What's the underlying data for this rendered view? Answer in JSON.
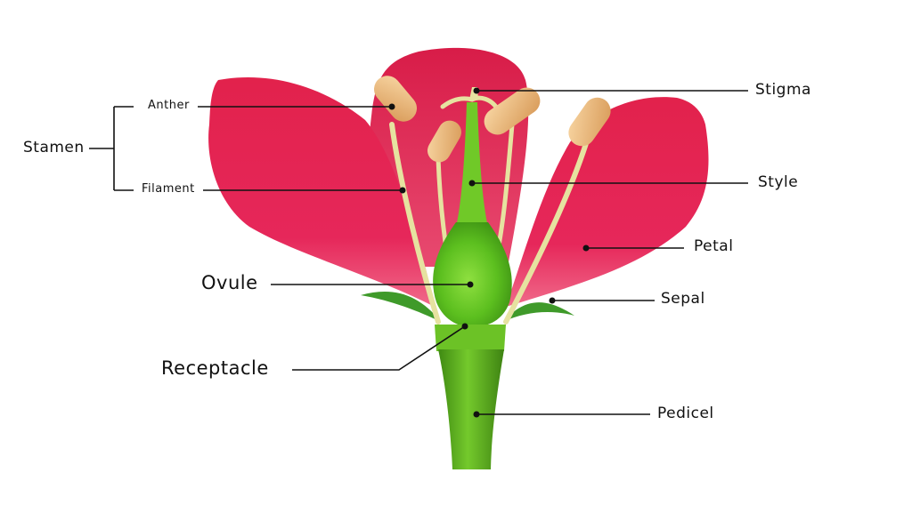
{
  "labels": {
    "stamen": "Stamen",
    "anther": "Anther",
    "filament": "Filament",
    "ovule": "Ovule",
    "receptacle": "Receptacle",
    "stigma": "Stigma",
    "style": "Style",
    "petal": "Petal",
    "sepal": "Sepal",
    "pedicel": "Pedicel"
  },
  "colors": {
    "petal": "#e0204f",
    "pistil": "#5cbf1f",
    "stem": "#5aae1c",
    "anther": "#f0c184",
    "filament": "#e6e2a0",
    "sepal": "#3f9a2a",
    "line": "#111111"
  }
}
